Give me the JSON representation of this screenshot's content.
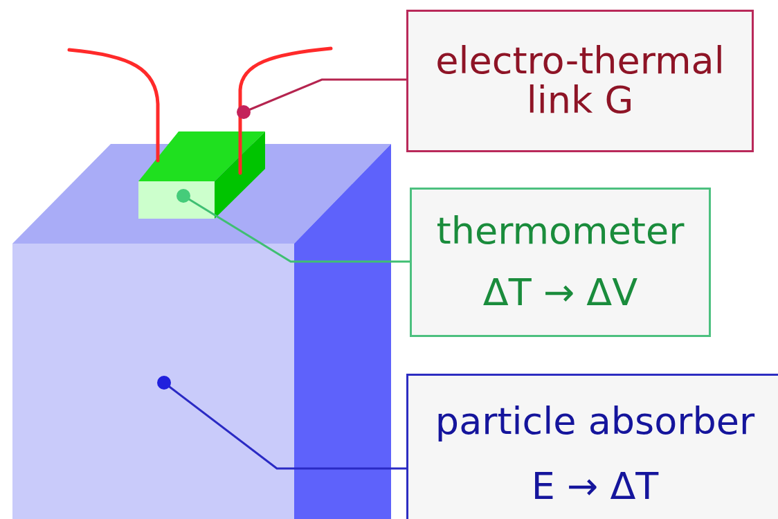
{
  "diagram": {
    "nodes": [
      {
        "text": [
          "electro-thermal link G"
        ]
      },
      {
        "text": [
          "thermometer",
          "ΔT → ΔV"
        ]
      },
      {
        "text": [
          "particle absorber",
          "E → ΔT"
        ]
      }
    ]
  }
}
